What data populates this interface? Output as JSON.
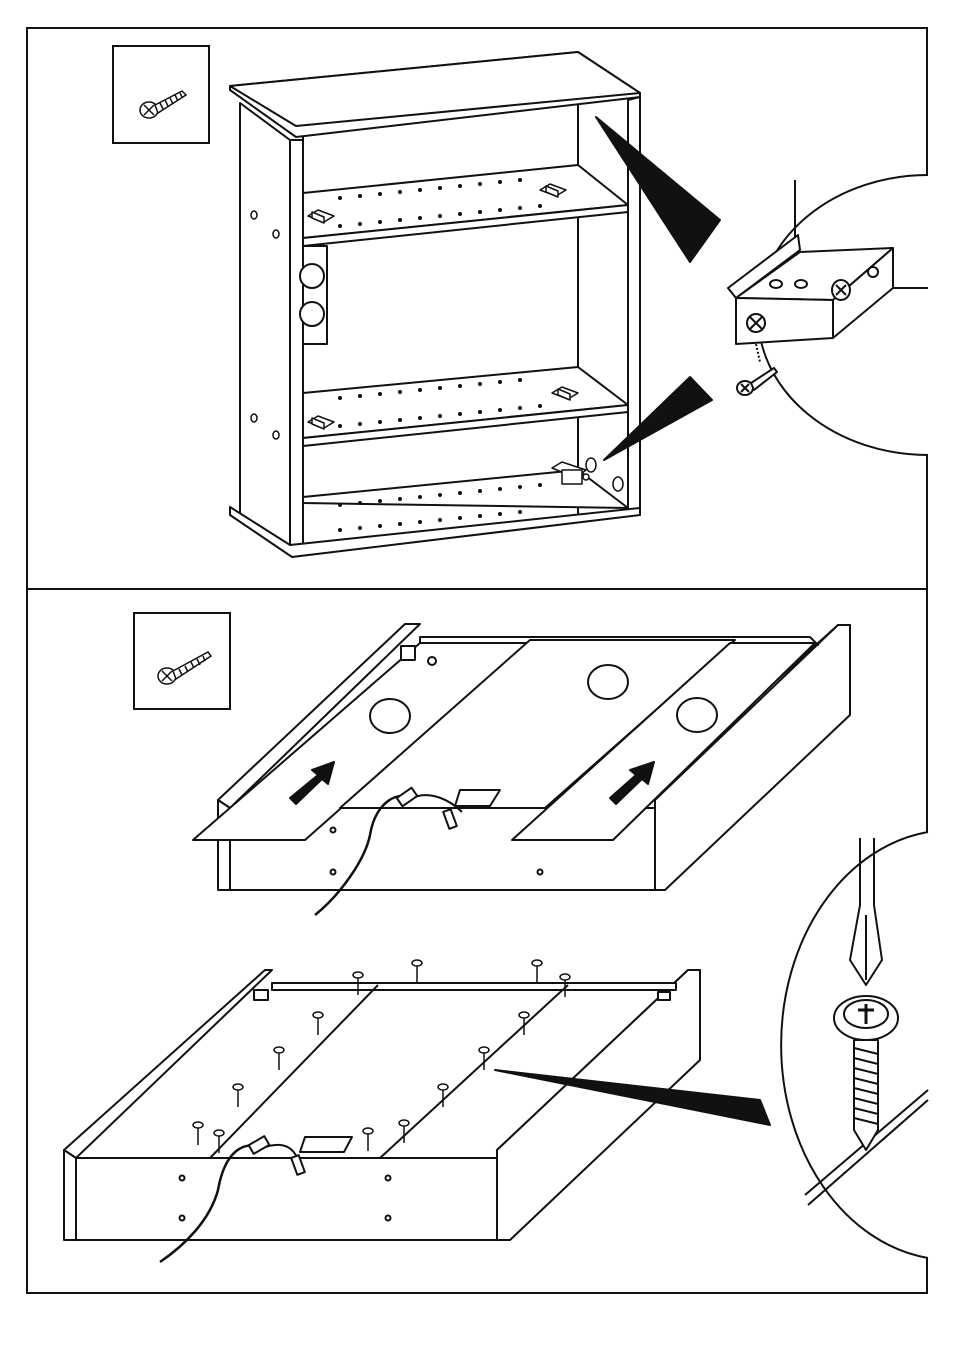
{
  "steps": [
    {
      "id": "step-1",
      "fastener": "screw-icon",
      "illustration": "cabinet-frame-with-shelf-brackets",
      "detail": "bracket-screw-magnifier"
    },
    {
      "id": "step-2",
      "fastener": "screw-icon",
      "illustrations": [
        "back-panels-slide-in",
        "back-panels-screwed"
      ],
      "detail": "screwdriver-screw-magnifier"
    }
  ],
  "colors": {
    "line": "#111111",
    "background": "#ffffff"
  }
}
